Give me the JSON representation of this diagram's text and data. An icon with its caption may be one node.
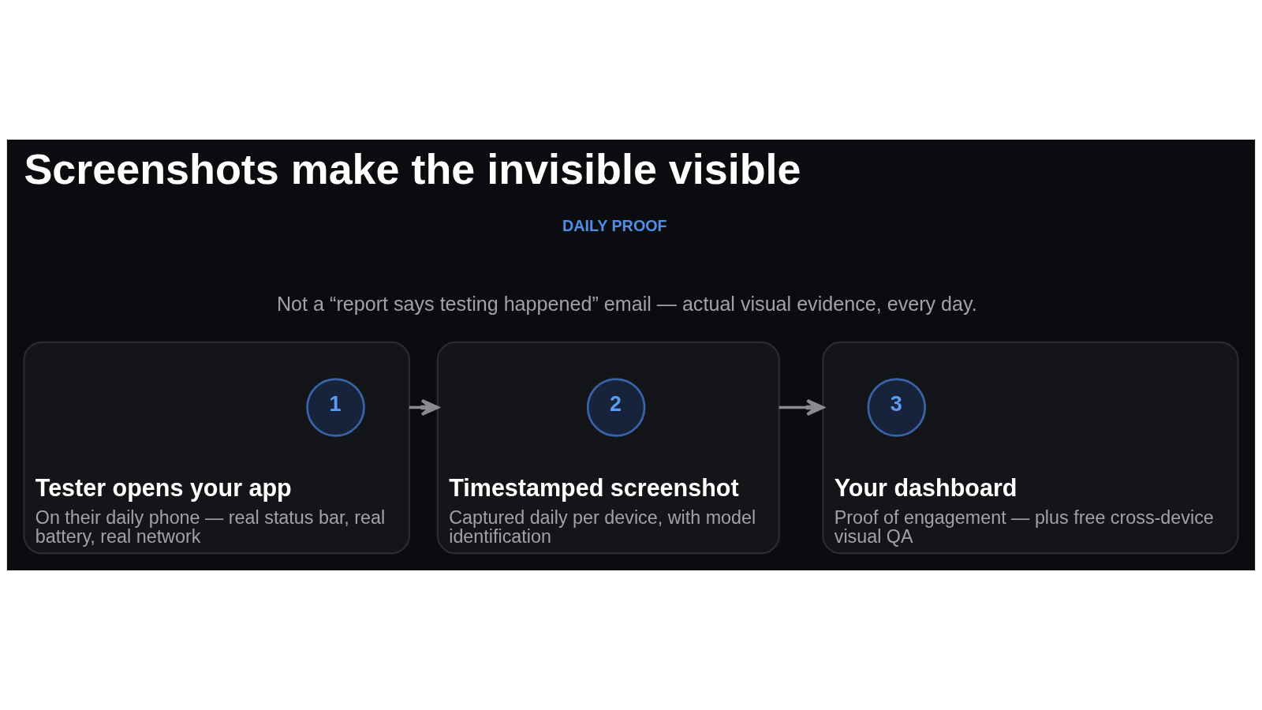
{
  "diagram": {
    "title": "Screenshots make the invisible visible",
    "nodes": [
      {
        "text": [
          "Tester opens your app",
          "On their daily phone — real status bar, real battery, real network"
        ]
      },
      {
        "text": [
          "1"
        ],
        "in": 0
      },
      {
        "text": [
          "Timestamped screenshot",
          "Captured daily per device, with model identification"
        ]
      },
      {
        "text": [
          "2"
        ],
        "in": 2
      },
      {
        "text": [
          "Your dashboard",
          "Proof of engagement — plus free cross-device visual QA"
        ]
      },
      {
        "text": [
          "3"
        ],
        "in": 4
      }
    ],
    "edges": [
      {
        "from": 0,
        "to": 2,
        "arrow": "to"
      },
      {
        "from": 2,
        "to": 4,
        "arrow": "to"
      }
    ],
    "labels": [
      "DAILY PROOF",
      "Not a “report says testing happened” email — actual visual evidence, every day."
    ]
  }
}
